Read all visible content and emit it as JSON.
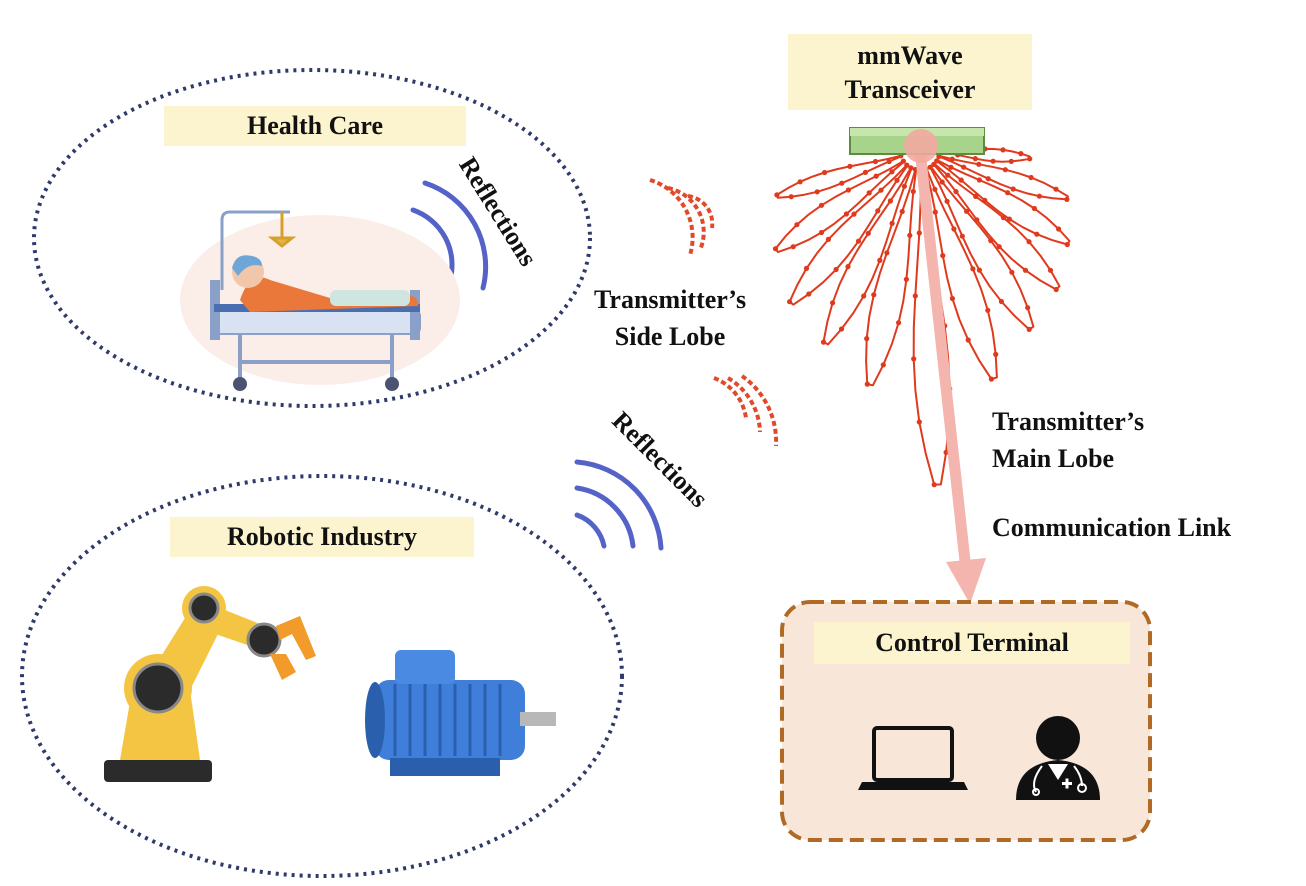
{
  "labels": {
    "health_care": "Health Care",
    "robotic_industry": "Robotic Industry",
    "transceiver_line1": "mmWave",
    "transceiver_line2": "Transceiver",
    "side_lobe_line1": "Transmitter’s",
    "side_lobe_line2": "Side Lobe",
    "main_lobe_line1": "Transmitter’s",
    "main_lobe_line2": "Main Lobe",
    "communication_link": "Communication Link",
    "control_terminal": "Control Terminal",
    "reflections_top": "Reflections",
    "reflections_bottom": "Reflections"
  },
  "colors": {
    "dotted_ellipse": "#2f3a6b",
    "reflection_arcs": "#5563c8",
    "side_lobe_arcs": "#e04a2a",
    "beam_pattern": "#e03a1e",
    "main_link_arrow": "#f3b5ae",
    "terminal_border": "#b06a26",
    "terminal_fill": "#f8e6d8",
    "label_box": "#fbf4cf",
    "transceiver_bar": "#a8d38a"
  },
  "icons": {
    "patient": "hospital-bed-patient-illustration",
    "robot_arm": "robot-arm-illustration",
    "motor": "electric-motor-illustration",
    "laptop": "laptop-icon",
    "doctor": "doctor-icon"
  }
}
